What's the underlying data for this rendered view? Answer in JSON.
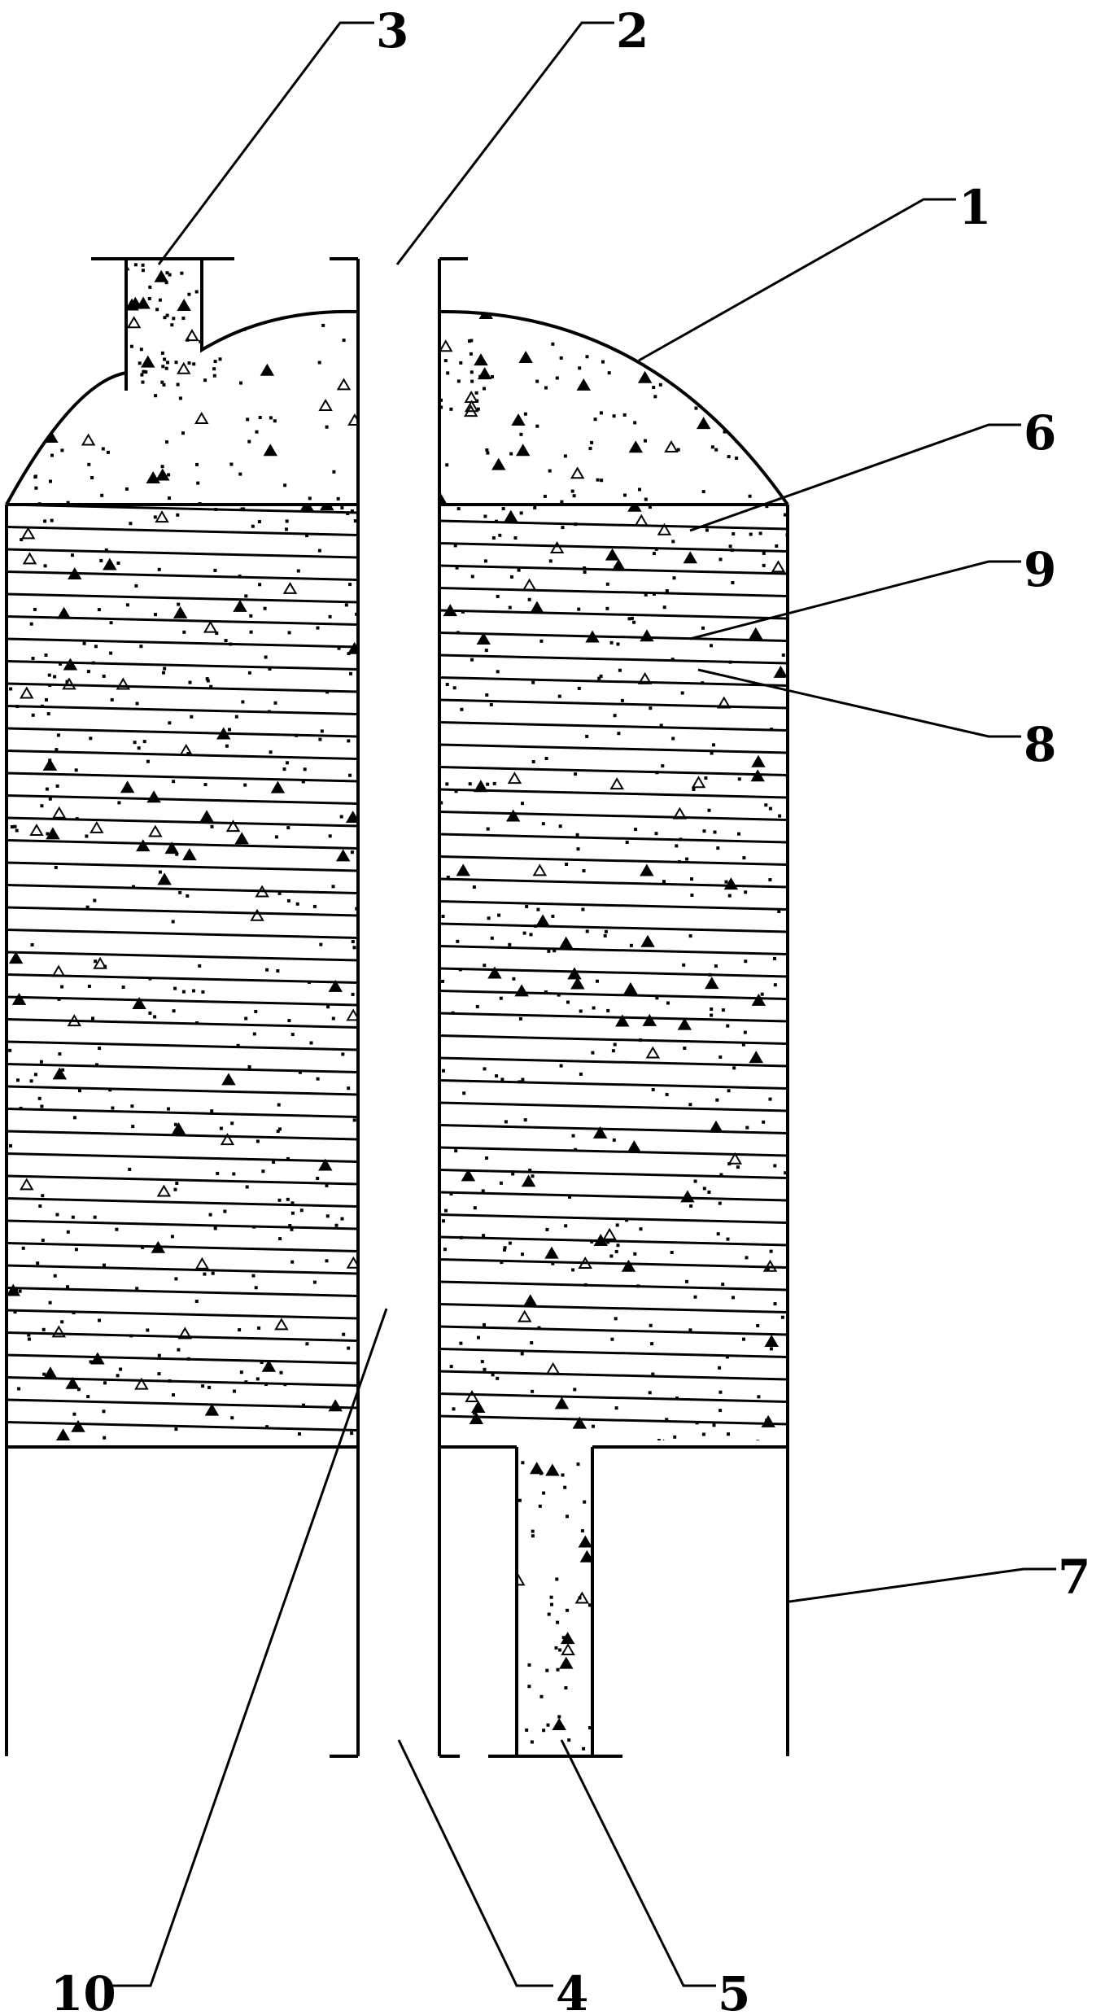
{
  "diagram": {
    "labels": {
      "l1": "1",
      "l2": "2",
      "l3": "3",
      "l4": "4",
      "l5": "5",
      "l6": "6",
      "l7": "7",
      "l8": "8",
      "l9": "9",
      "l10": "10"
    },
    "hatch_line_color": "#000000",
    "background_color": "#ffffff"
  }
}
